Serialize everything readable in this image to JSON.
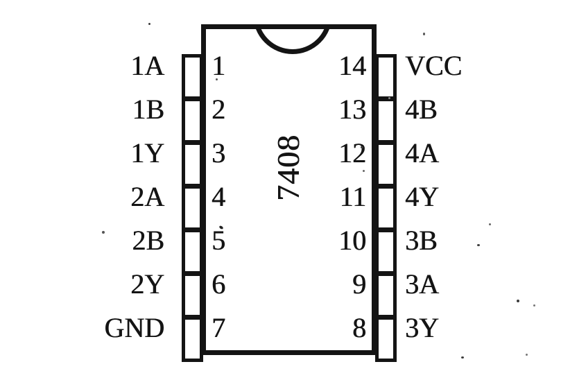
{
  "diagram": {
    "part_number": "7408",
    "colors": {
      "ink": "#141414",
      "background": "#ffffff"
    },
    "left_pins": [
      {
        "number": "1",
        "label": "1A"
      },
      {
        "number": "2",
        "label": "1B"
      },
      {
        "number": "3",
        "label": "1Y"
      },
      {
        "number": "4",
        "label": "2A"
      },
      {
        "number": "5",
        "label": "2B"
      },
      {
        "number": "6",
        "label": "2Y"
      },
      {
        "number": "7",
        "label": "GND"
      }
    ],
    "right_pins": [
      {
        "number": "14",
        "label": "VCC"
      },
      {
        "number": "13",
        "label": "4B"
      },
      {
        "number": "12",
        "label": "4A"
      },
      {
        "number": "11",
        "label": "4Y"
      },
      {
        "number": "10",
        "label": "3B"
      },
      {
        "number": "9",
        "label": "3A"
      },
      {
        "number": "8",
        "label": "3Y"
      }
    ]
  }
}
